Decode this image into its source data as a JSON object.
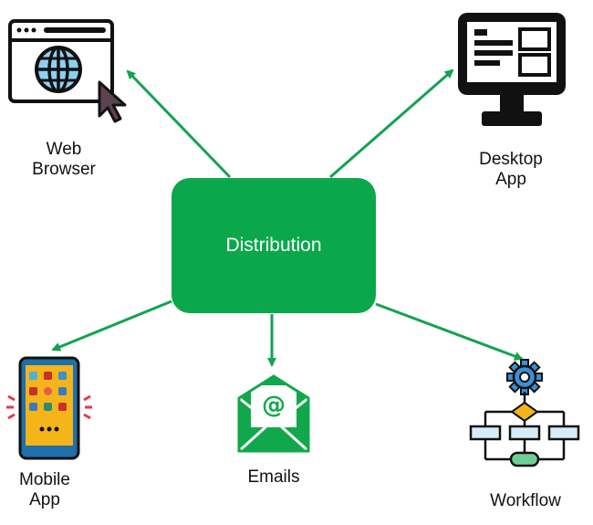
{
  "hub": {
    "label": "Distribution",
    "color": "#0aa84b"
  },
  "arrow_color": "#13a34f",
  "nodes": [
    {
      "id": "web-browser",
      "lines": [
        "Web",
        "Browser"
      ],
      "icon": "web-browser-icon"
    },
    {
      "id": "desktop-app",
      "lines": [
        "Desktop",
        "App"
      ],
      "icon": "desktop-monitor-icon"
    },
    {
      "id": "mobile-app",
      "lines": [
        "Mobile",
        "App"
      ],
      "icon": "mobile-phone-icon"
    },
    {
      "id": "emails",
      "lines": [
        "Emails"
      ],
      "icon": "email-envelope-icon"
    },
    {
      "id": "workflow",
      "lines": [
        "Workflow"
      ],
      "icon": "workflow-gear-icon"
    }
  ]
}
